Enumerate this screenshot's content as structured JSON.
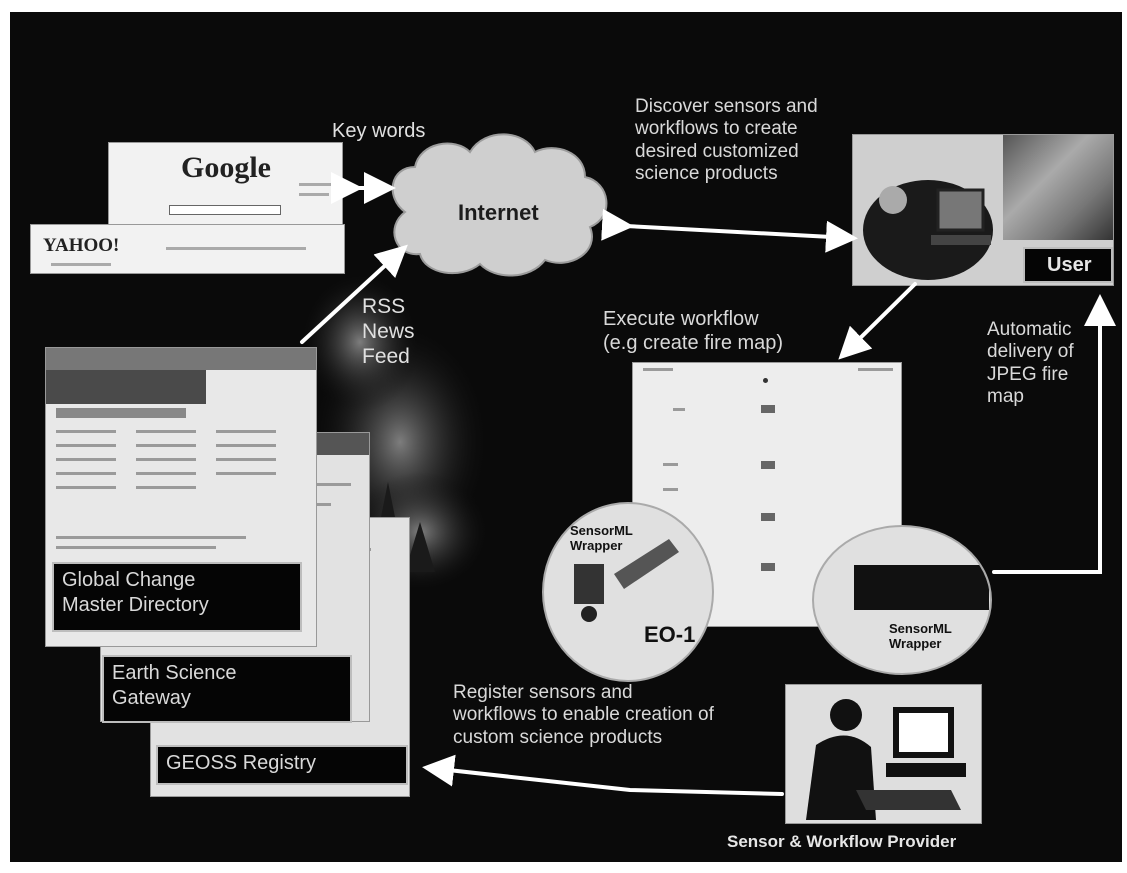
{
  "labels": {
    "key_words": "Key words",
    "internet": "Internet",
    "discover": "Discover sensors and\nworkflows to create\ndesired  customized\nscience products",
    "user": "User",
    "rss": "RSS\nNews\nFeed",
    "execute": "Execute workflow\n(e.g create fire map)",
    "automatic": "Automatic\ndelivery of\nJPEG fire\nmap",
    "gcmd": "Global Change\nMaster Directory",
    "esg": "Earth Science\nGateway",
    "geoss": "GEOSS Registry",
    "register": "Register sensors and\nworkflows to enable creation of\ncustom science products",
    "provider": "Sensor & Workflow Provider",
    "sensorml_left": "SensorML\nWrapper",
    "eo1": "EO-1",
    "sensorml_right": "SensorML\nWrapper"
  },
  "logos": {
    "google": "Google",
    "yahoo": "YAHOO!"
  },
  "icons": {
    "cloud": "cloud-icon",
    "user_computer": "user-computer-icon",
    "provider_computer": "provider-computer-icon",
    "satellite": "satellite-icon"
  },
  "colors": {
    "background": "#0a0a0a",
    "text": "#d9d9d9",
    "arrow": "#ffffff"
  }
}
